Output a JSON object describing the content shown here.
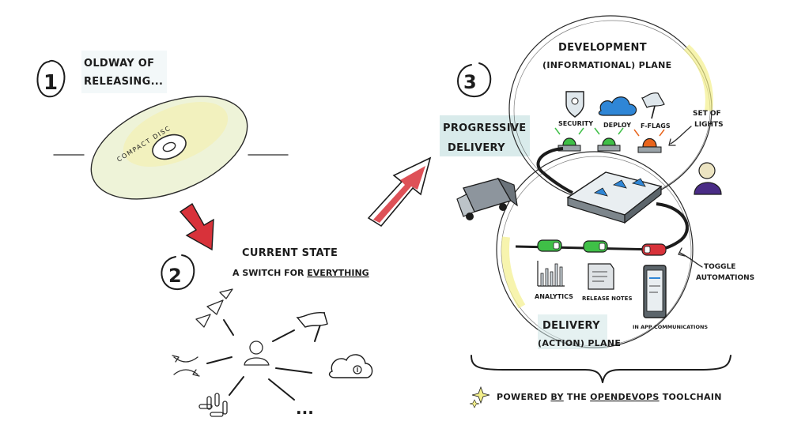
{
  "colors": {
    "ink": "#1c1c1c",
    "highlight_yellow": "#f3ef8c",
    "highlight_teal": "#cfe6e6",
    "arrow_red": "#d8323a",
    "light_green": "#3fbf47",
    "light_orange": "#e8641c",
    "cloud_blue": "#2f86d6",
    "person_purple": "#4a2c86",
    "truck_gray": "#8d959d"
  },
  "section1": {
    "number": "1",
    "title_line1": "OLDWAY OF",
    "title_line2": "RELEASING...",
    "disc_label": "COMPACT DISC"
  },
  "section2": {
    "number": "2",
    "title": "CURRENT STATE",
    "subtitle_prefix": "A SWITCH FOR ",
    "subtitle_emphasis": "EVERYTHING",
    "ellipsis": "..."
  },
  "section3": {
    "number": "3",
    "progressive_line1": "PROGRESSIVE",
    "progressive_line2": "DELIVERY",
    "dev_plane_line1": "DEVELOPMENT",
    "dev_plane_line2": "(INFORMATIONAL) PLANE",
    "dev_tools": [
      "SECURITY",
      "DEPLOY",
      "F-FLAGS"
    ],
    "lights_label_line1": "SET OF",
    "lights_label_line2": "LIGHTS",
    "toggle_label_line1": "TOGGLE",
    "toggle_label_line2": "AUTOMATIONS",
    "delivery_tools": [
      "ANALYTICS",
      "RELEASE NOTES",
      "IN APP COMMUNICATIONS"
    ],
    "delivery_plane_line1": "DELIVERY",
    "delivery_plane_line2": "(ACTION) PLANE"
  },
  "footer": {
    "prefix": "POWERED ",
    "by": "BY",
    "middle": " THE ",
    "brand": "OPENDEVOPS",
    "suffix": " TOOLCHAIN"
  }
}
